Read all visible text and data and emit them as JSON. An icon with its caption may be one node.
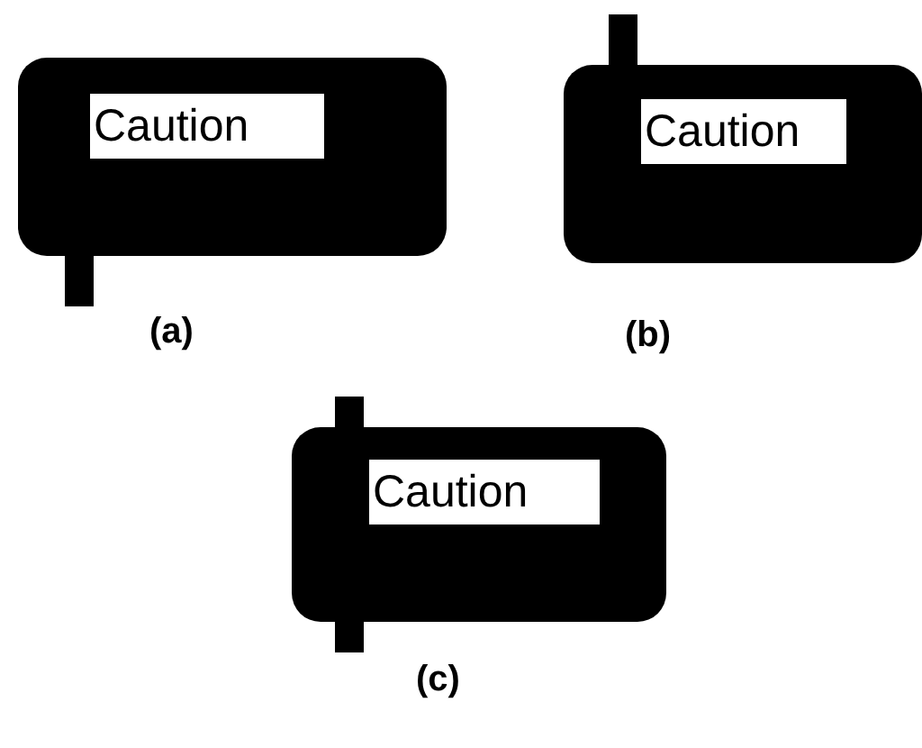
{
  "diagram": {
    "nodes": [
      {
        "text": [
          "Caution"
        ],
        "beside": [
          "(a)"
        ]
      },
      {
        "text": [
          "Caution"
        ],
        "beside": [
          "(b)"
        ]
      },
      {
        "text": [
          "Caution"
        ],
        "beside": [
          "(c)"
        ]
      }
    ]
  }
}
